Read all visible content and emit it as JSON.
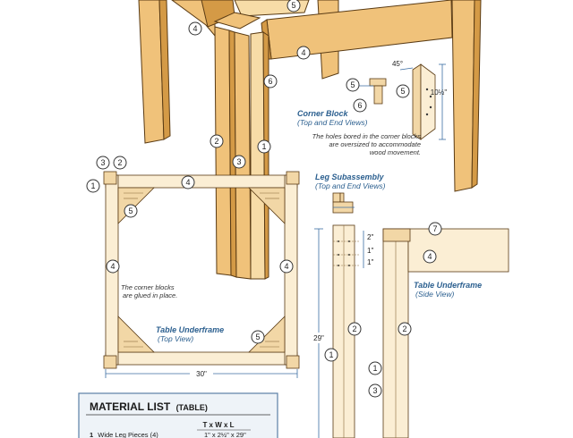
{
  "callouts": {
    "c1": "1",
    "c2": "2",
    "c3": "3",
    "c4": "4",
    "c5": "5",
    "c6": "6",
    "c7": "7"
  },
  "corner_block": {
    "title": "Corner Block",
    "subtitle": "(Top and End Views)",
    "note_line1": "The holes bored in the corner blocks",
    "note_line2": "are oversized to accommodate",
    "note_line3": "wood movement.",
    "angle": "45°",
    "length": "10½\""
  },
  "leg_subassembly": {
    "title": "Leg Subassembly",
    "subtitle": "(Top and End Views)"
  },
  "table_underframe_top": {
    "title": "Table Underframe",
    "subtitle": "(Top View)",
    "note_line1": "The corner blocks",
    "note_line2": "are glued in place.",
    "width": "30\""
  },
  "table_underframe_side": {
    "title": "Table Underframe",
    "subtitle": "(Side View)",
    "dim_2": "2\"",
    "dim_1a": "1\"",
    "dim_1b": "1\"",
    "height": "29\""
  },
  "material_list": {
    "title": "MATERIAL LIST",
    "subtitle": "(TABLE)",
    "header": "T x W x L",
    "rows": [
      {
        "num": "1",
        "name": "Wide Leg Pieces (4)",
        "dims": "1\" x 2½\" x 29\""
      }
    ]
  },
  "colors": {
    "wood": "#f0c27a",
    "wood_dark": "#d49a46",
    "outline": "#5a3b14",
    "dimension_blue": "#3b6ea3",
    "caption_blue": "#2b5f8f",
    "material_list_bg": "#eef3f8"
  }
}
